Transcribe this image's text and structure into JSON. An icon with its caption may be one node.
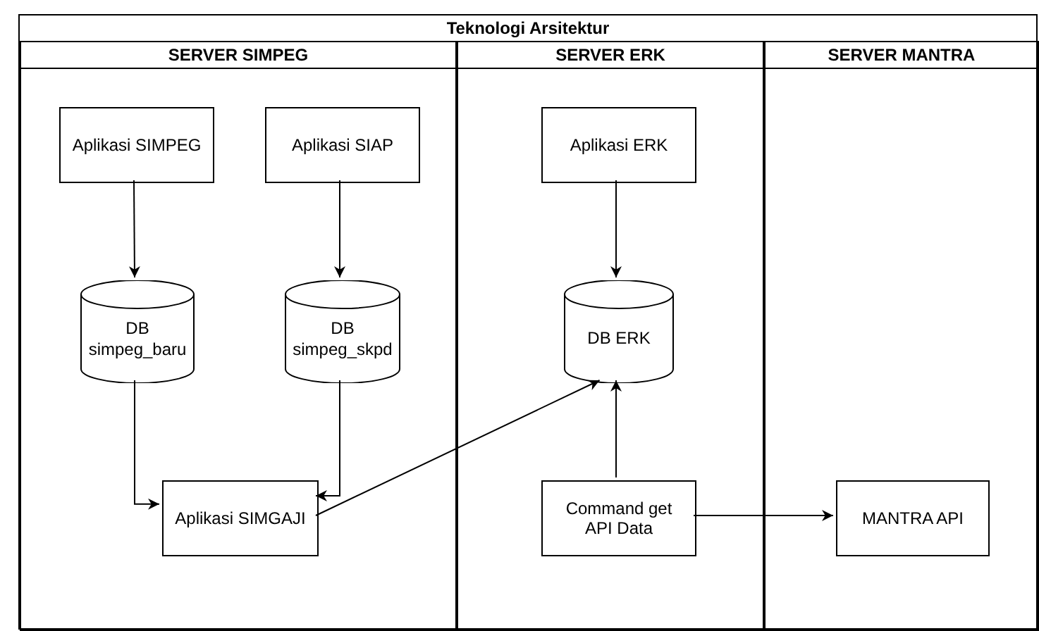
{
  "diagram": {
    "nodes": [
      {
        "text": [
          "Teknologi Arsitektur"
        ]
      },
      {
        "text": [
          "SERVER SIMPEG"
        ],
        "in": 0
      },
      {
        "text": [
          "SERVER ERK"
        ],
        "in": 0
      },
      {
        "text": [
          "SERVER MANTRA"
        ],
        "in": 0
      },
      {
        "text": [
          "Aplikasi SIMPEG"
        ],
        "in": 1
      },
      {
        "text": [
          "Aplikasi SIAP"
        ],
        "in": 1
      },
      {
        "text": [
          "Aplikasi ERK"
        ],
        "in": 2
      },
      {
        "text": [
          "DB simpeg_baru"
        ],
        "in": 1
      },
      {
        "text": [
          "DB simpeg_skpd"
        ],
        "in": 1
      },
      {
        "text": [
          "DB ERK"
        ],
        "in": 2
      },
      {
        "text": [
          "Aplikasi SIMGAJI"
        ],
        "in": 1
      },
      {
        "text": [
          "Command get API Data"
        ],
        "in": 2
      },
      {
        "text": [
          "MANTRA API"
        ],
        "in": 3
      }
    ],
    "edges": [
      {
        "from": 4,
        "to": 7,
        "arrow": "to"
      },
      {
        "from": 5,
        "to": 8,
        "arrow": "to"
      },
      {
        "from": 6,
        "to": 9,
        "arrow": "to"
      },
      {
        "from": 7,
        "to": 10,
        "arrow": "to"
      },
      {
        "from": 8,
        "to": 10,
        "arrow": "to"
      },
      {
        "from": 10,
        "to": 9,
        "arrow": "to"
      },
      {
        "from": 11,
        "to": 9,
        "arrow": "to"
      },
      {
        "from": 11,
        "to": 12,
        "arrow": "to"
      }
    ]
  }
}
